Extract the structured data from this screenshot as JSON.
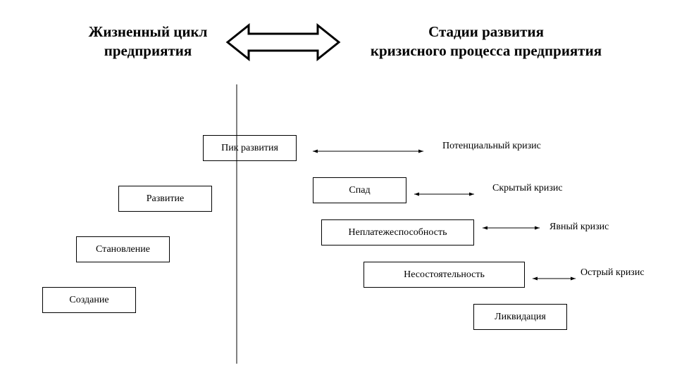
{
  "header": {
    "left_line1": "Жизненный цикл",
    "left_line2": "предприятия",
    "right_line1": "Стадии развития",
    "right_line2": "кризисного процесса предприятия"
  },
  "lifecycle": {
    "peak": "Пик развития",
    "development": "Развитие",
    "formation": "Становление",
    "creation": "Создание"
  },
  "crisis_stages": {
    "decline": "Спад",
    "insolvency": "Неплатежеспособность",
    "bankruptcy": "Несостоятельность",
    "liquidation": "Ликвидация"
  },
  "crisis_types": {
    "potential": "Потенциальный кризис",
    "hidden": "Скрытый кризис",
    "explicit": "Явный кризис",
    "acute": "Острый кризис"
  }
}
